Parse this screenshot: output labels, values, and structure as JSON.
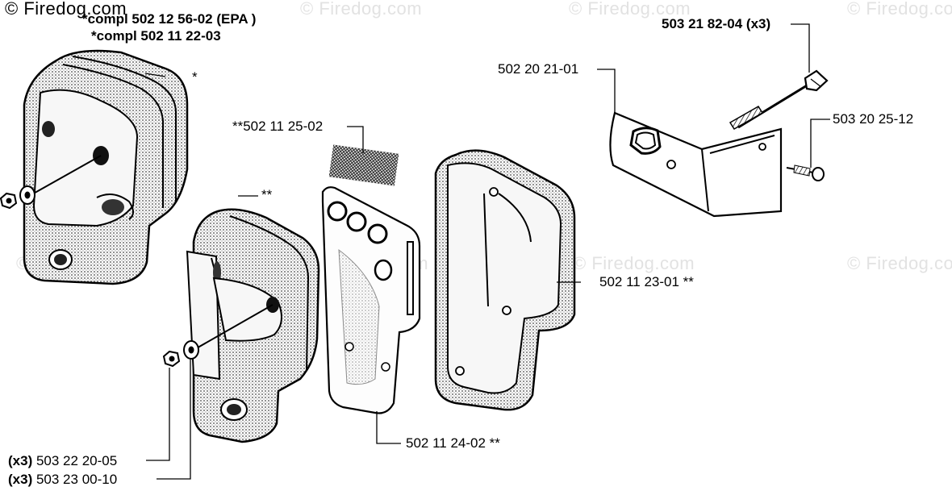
{
  "watermark": {
    "main": "© Firedog.com",
    "faint": "© Firedog.com"
  },
  "labels": {
    "compl_epa": "*compl 502 12 56-02 (EPA )",
    "compl_2": "*compl 502 11 22-03",
    "star": "*",
    "double_star": "**",
    "screen": "**502 11 25-02",
    "bracket": "502 20 21-01",
    "bolt_qty": "503 21 82-04 (x3)",
    "screw": "503 20 25-12",
    "cover": "502 11 23-01 **",
    "plate": "502 11 24-02 **",
    "washer_qty": "(x3)",
    "washer_num": "503 22 20-05",
    "nut_qty": "(x3)",
    "nut_num": "503 23 00-10"
  }
}
